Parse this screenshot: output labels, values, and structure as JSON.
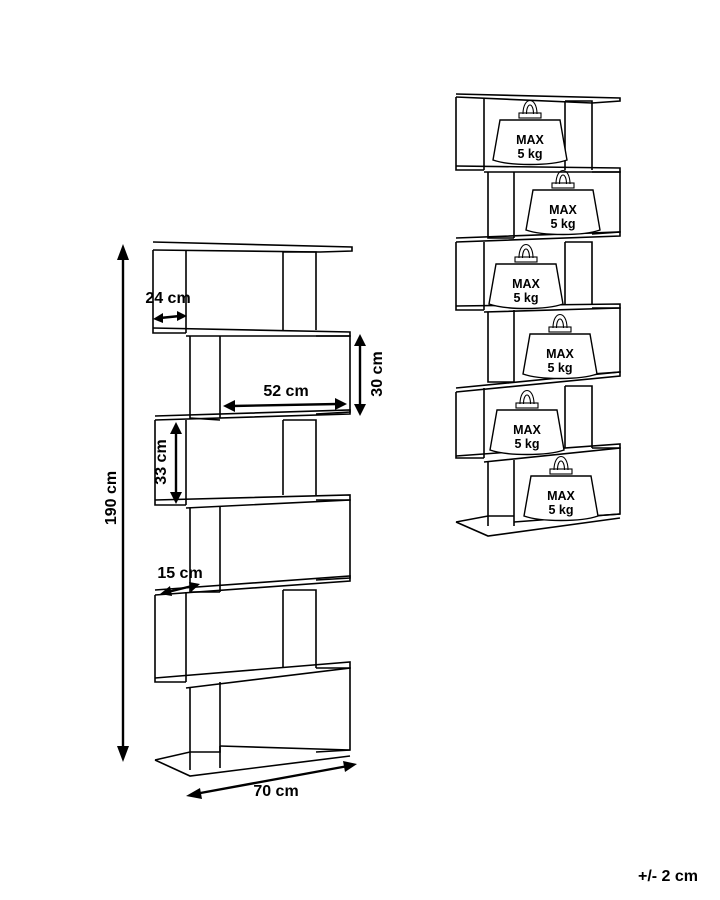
{
  "dimensions": {
    "height": "190 cm",
    "width": "70 cm",
    "depth": "24 cm",
    "shelf_width": "52 cm",
    "shelf_height_right": "30 cm",
    "shelf_height_left": "33 cm",
    "panel_offset": "15 cm"
  },
  "load": {
    "max_label": "MAX",
    "weight_label": "5 kg",
    "shelf_count": 6
  },
  "tolerance": "+/- 2 cm"
}
